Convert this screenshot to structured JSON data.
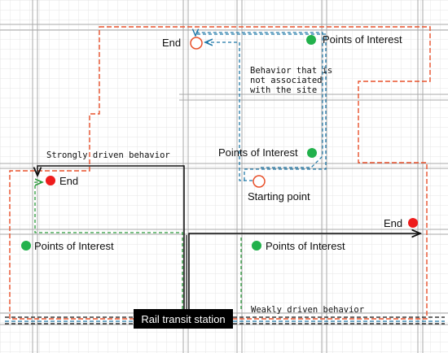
{
  "labels": {
    "end_top": "End",
    "end_left": "End",
    "end_right": "End",
    "poi_top_right": "Points of Interest",
    "poi_mid": "Points of Interest",
    "poi_left": "Points of Interest",
    "poi_center": "Points of Interest",
    "starting_point": "Starting point",
    "not_assoc_1": "Behavior that is",
    "not_assoc_2": "not associated",
    "not_assoc_3": "with the site",
    "strongly_driven": "Strongly driven behavior",
    "weakly_driven": "Weakly driven behavior",
    "station": "Rail transit station"
  },
  "colors": {
    "boundary": "#e8502a",
    "not_associated_path": "#1f78a8",
    "strong_path": "#111111",
    "weak_path": "#2a9a3a",
    "poi": "#22b14c",
    "end_filled": "#ee1c1c",
    "end_hollow": "#e8502a",
    "station_bg": "#000000",
    "grid_fine": "#e6e6e6",
    "grid_road": "#a9a9a9"
  }
}
